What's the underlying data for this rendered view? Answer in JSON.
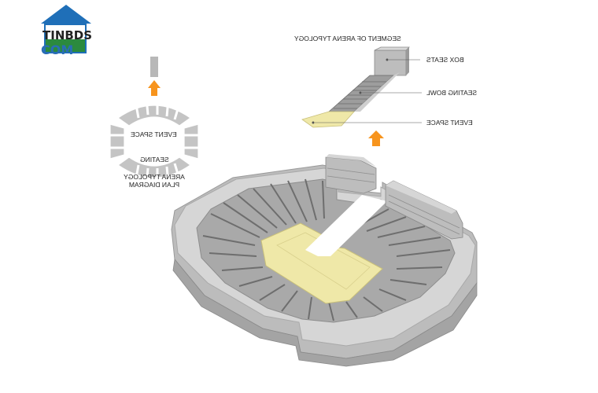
{
  "logo": {
    "top_text": "TINBDS",
    "bottom_text": "COM"
  },
  "plan_diagram": {
    "event_space_label": "EVENT SPACE",
    "seating_label": "SEATING",
    "title_line1": "ARENA TYPOLOGY",
    "title_line2": "PLAN DIAGRAM"
  },
  "segment_diagram": {
    "title": "SEGMENT OF ARENA TYPOLOGY",
    "box_seats_label": "BOX SEATS",
    "seating_bowl_label": "SEATING BOWL",
    "event_space_label": "EVENT SPACE"
  },
  "colors": {
    "accent_arrow": "#f7941d",
    "event_floor": "#efe8a8",
    "structure": "#c9c9c9"
  }
}
